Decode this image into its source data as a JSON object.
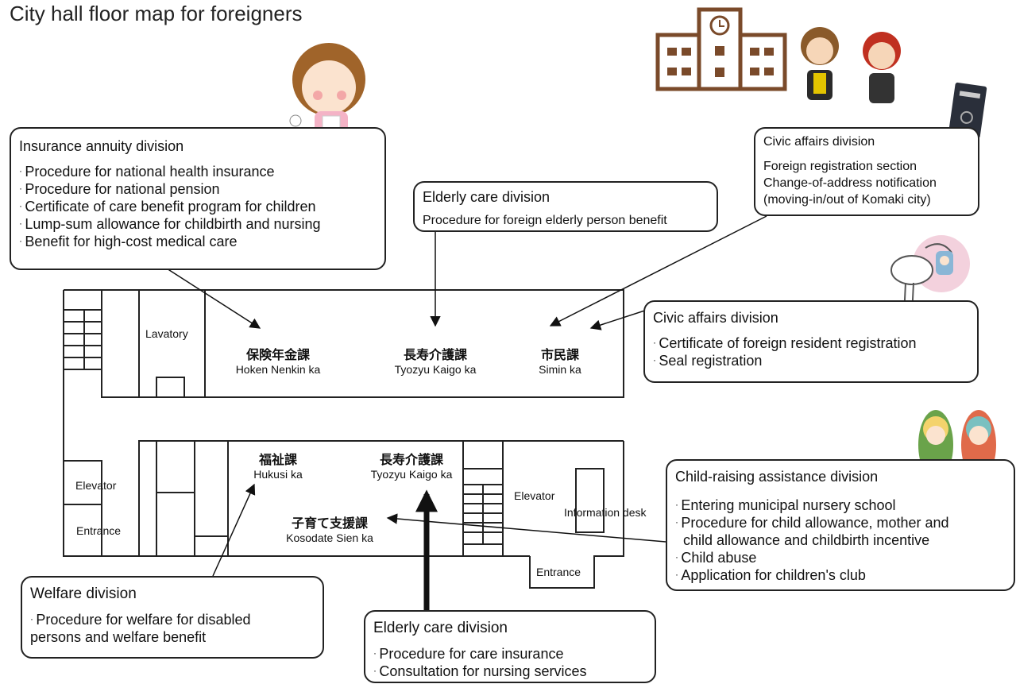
{
  "title": "City hall floor map for foreigners",
  "rooms": {
    "lavatory": "Lavatory",
    "elevator_left": "Elevator",
    "entrance_left": "Entrance",
    "elevator_right": "Elevator",
    "information_desk": "Information desk",
    "entrance_bottom": "Entrance"
  },
  "offices": {
    "hoken_jp": "保険年金課",
    "hoken_ro": "Hoken Nenkin ka",
    "tyozyu_top_jp": "長寿介護課",
    "tyozyu_top_ro": "Tyozyu Kaigo ka",
    "simin_jp": "市民課",
    "simin_ro": "Simin ka",
    "hukusi_jp": "福祉課",
    "hukusi_ro": "Hukusi ka",
    "tyozyu_bottom_jp": "長寿介護課",
    "tyozyu_bottom_ro": "Tyozyu Kaigo ka",
    "kosodate_jp": "子育て支援課",
    "kosodate_ro": "Kosodate Sien ka"
  },
  "insurance": {
    "heading": "Insurance annuity division",
    "items": [
      "Procedure for national health insurance",
      "Procedure for national pension",
      "Certificate of care benefit program for children",
      "Lump-sum allowance for childbirth and nursing",
      "Benefit for high-cost medical care"
    ]
  },
  "elderly_top": {
    "heading": "Elderly care division",
    "items": [
      "Procedure for foreign elderly person benefit"
    ]
  },
  "civic_top": {
    "heading": "Civic affairs division",
    "items": [
      "Foreign registration section",
      "Change-of-address notification",
      "(moving-in/out of Komaki city)"
    ]
  },
  "civic_mid": {
    "heading": "Civic affairs division",
    "items": [
      "Certificate of foreign resident registration",
      "Seal registration"
    ]
  },
  "child": {
    "heading": "Child-raising assistance division",
    "items": [
      "Entering municipal nursery school",
      "Procedure for child allowance, mother and",
      "child allowance and childbirth incentive",
      "Child abuse",
      "Application for children's club"
    ]
  },
  "welfare": {
    "heading": "Welfare division",
    "items": [
      "Procedure for welfare for disabled",
      "persons and welfare benefit"
    ]
  },
  "elderly_bottom": {
    "heading": "Elderly care division",
    "items": [
      "Procedure for care insurance",
      "Consultation for nursing services"
    ]
  },
  "icons": [
    "city-hall-building-icon",
    "foreign-couple-icon",
    "passport-icon",
    "injured-girl-icon",
    "stork-icon",
    "babies-icon"
  ]
}
